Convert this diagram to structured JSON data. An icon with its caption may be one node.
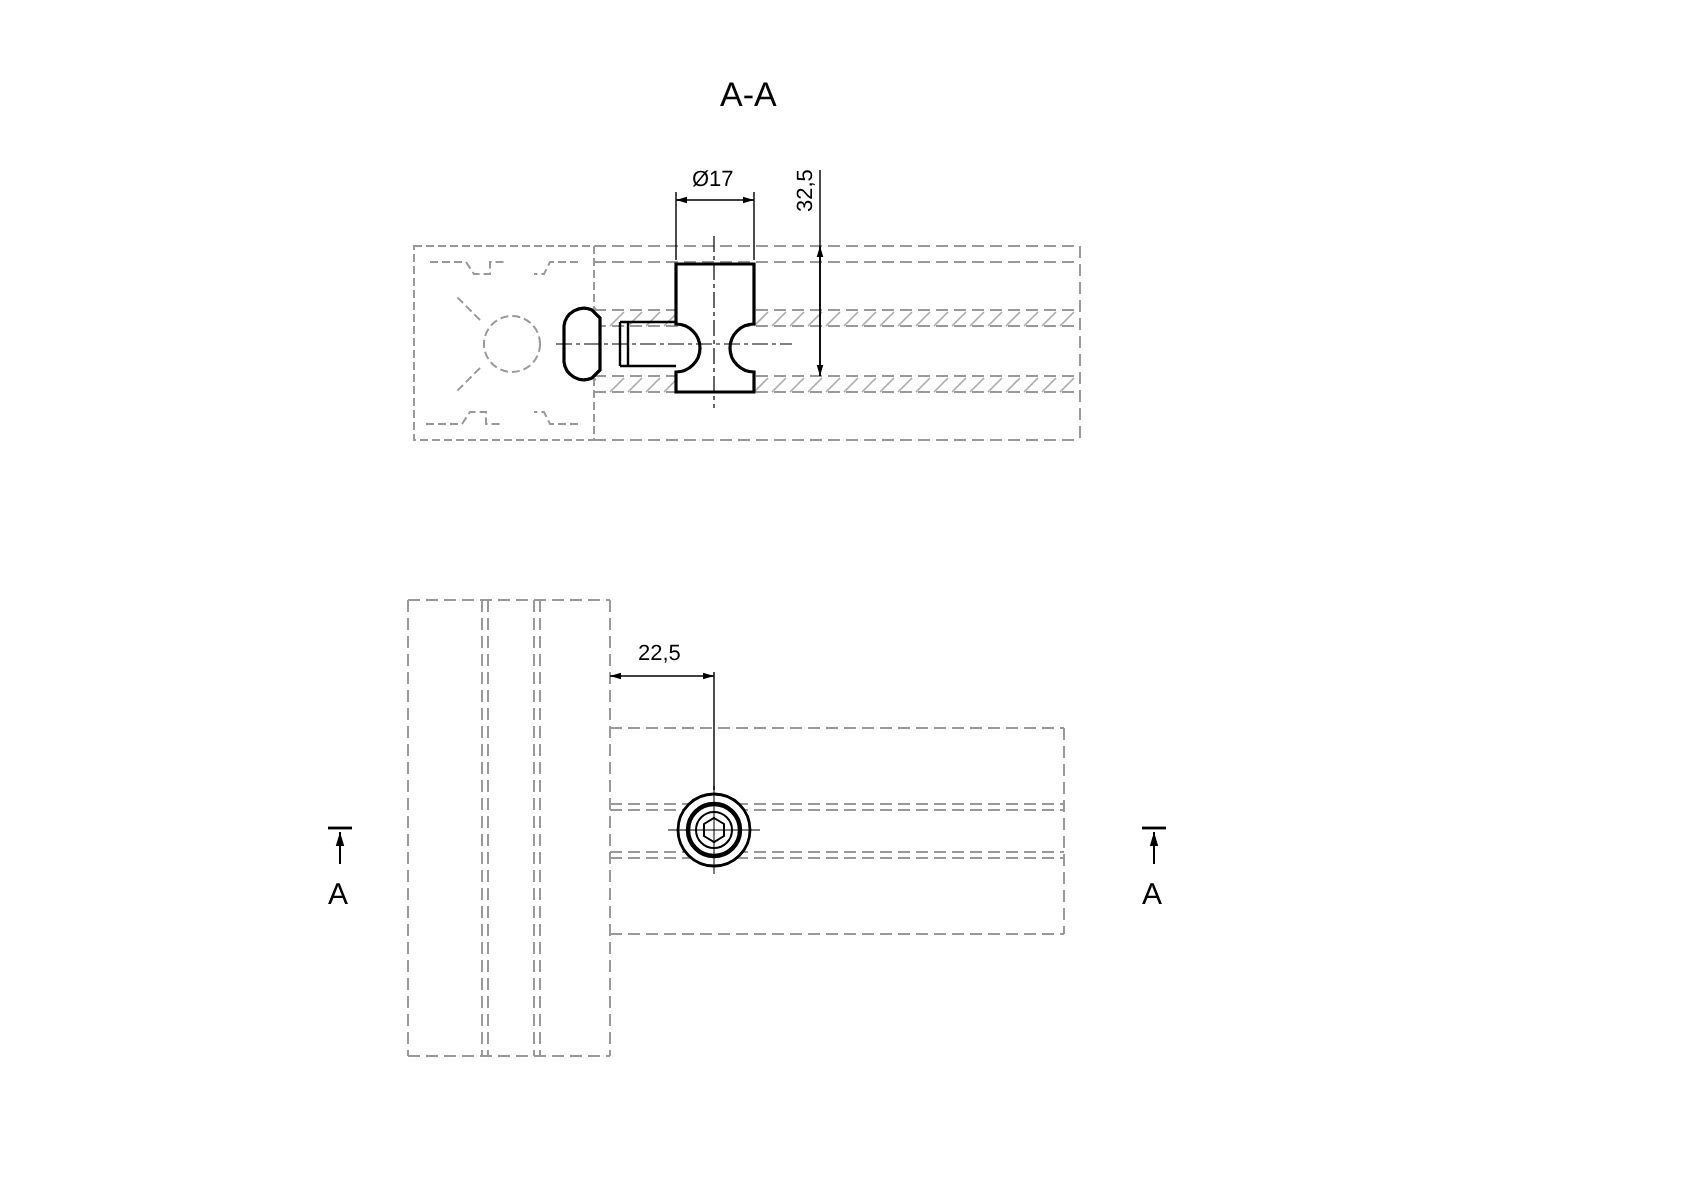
{
  "diagram": {
    "labels": [
      "A-A",
      "Ø17",
      "32,5",
      "22,5",
      "A",
      "A"
    ]
  }
}
